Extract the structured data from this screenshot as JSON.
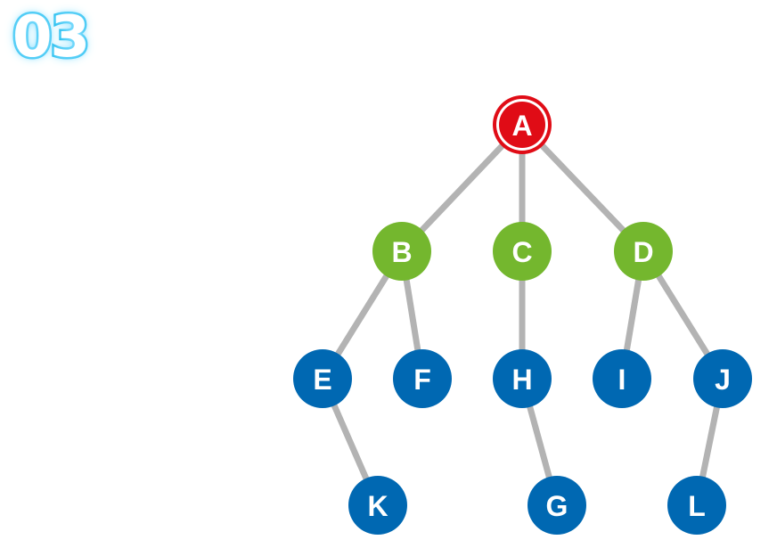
{
  "step": {
    "number": "03"
  },
  "colors": {
    "root": "#e00c16",
    "level1": "#74b72e",
    "level2": "#0068b2",
    "edge": "#b3b3b3",
    "step_glow": "#12b8ec"
  },
  "tree": {
    "nodes": [
      {
        "id": "A",
        "label": "A",
        "level": "root"
      },
      {
        "id": "B",
        "label": "B",
        "level": "level1"
      },
      {
        "id": "C",
        "label": "C",
        "level": "level1"
      },
      {
        "id": "D",
        "label": "D",
        "level": "level1"
      },
      {
        "id": "E",
        "label": "E",
        "level": "level2"
      },
      {
        "id": "F",
        "label": "F",
        "level": "level2"
      },
      {
        "id": "H",
        "label": "H",
        "level": "level2"
      },
      {
        "id": "I",
        "label": "I",
        "level": "level2"
      },
      {
        "id": "J",
        "label": "J",
        "level": "level2"
      },
      {
        "id": "K",
        "label": "K",
        "level": "level2"
      },
      {
        "id": "G",
        "label": "G",
        "level": "level2"
      },
      {
        "id": "L",
        "label": "L",
        "level": "level2"
      }
    ],
    "edges": [
      [
        "A",
        "B"
      ],
      [
        "A",
        "C"
      ],
      [
        "A",
        "D"
      ],
      [
        "B",
        "E"
      ],
      [
        "B",
        "F"
      ],
      [
        "C",
        "H"
      ],
      [
        "D",
        "I"
      ],
      [
        "D",
        "J"
      ],
      [
        "E",
        "K"
      ],
      [
        "H",
        "G"
      ],
      [
        "J",
        "L"
      ]
    ]
  }
}
